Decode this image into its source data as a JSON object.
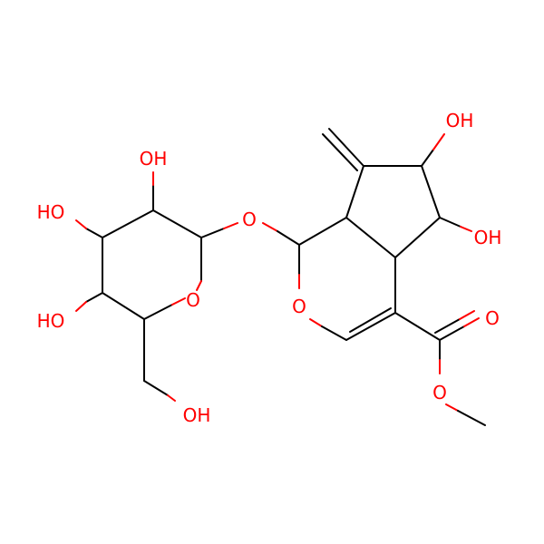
{
  "colors": {
    "bond": "#000000",
    "oxygen": "#ff0000",
    "background": "#ffffff"
  },
  "atoms": {
    "oh_top_sugar": "OH",
    "ho_left_upper": "HO",
    "ho_left_lower": "HO",
    "oh_ch2": "OH",
    "o_glycosidic": "O",
    "o_sugar_ring": "O",
    "o_pyran_ring": "O",
    "oh_top_right": "OH",
    "oh_right": "OH",
    "o_carbonyl": "O",
    "o_ester": "O"
  }
}
